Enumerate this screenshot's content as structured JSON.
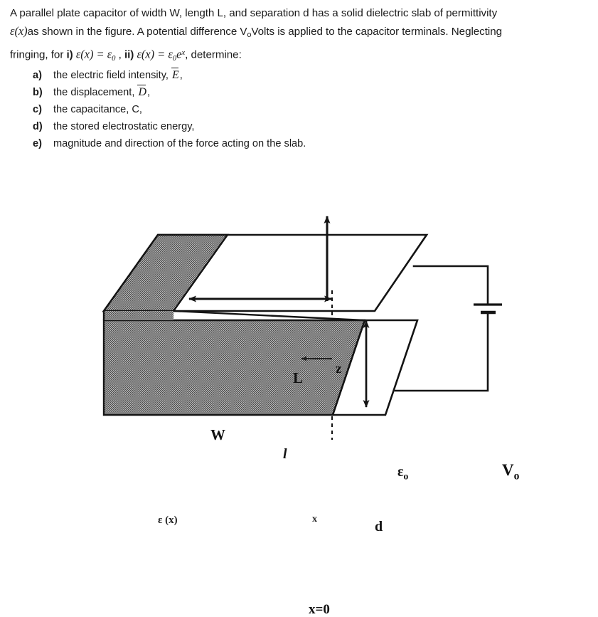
{
  "problem": {
    "line1": "A parallel plate capacitor of width W, length L, and separation d has a solid dielectric slab of permittivity",
    "line2_a": "as shown in the figure. A potential difference V",
    "line2_b": "Volts is applied to the capacitor terminals. Neglecting",
    "line3_a": "fringing, for",
    "roman_i": "i)",
    "roman_ii": "ii)",
    "line3_b": ", determine:",
    "eps_of_x": "ε(x)",
    "eps_zero_sub": "o",
    "case_i": "ε(x) = ε",
    "case_i_sub": "0",
    "case_ii": "ε(x) = ε",
    "case_ii_sub": "0",
    "case_ii_exp": "e",
    "case_ii_exp_sup": "x"
  },
  "tasks": [
    {
      "label": "a)",
      "text_before": "the electric field intensity, ",
      "symbol": "E",
      "text_after": ","
    },
    {
      "label": "b)",
      "text_before": "the displacement, ",
      "symbol": "D",
      "text_after": ","
    },
    {
      "label": "c)",
      "text_before": "the capacitance, C,",
      "symbol": "",
      "text_after": ""
    },
    {
      "label": "d)",
      "text_before": "the stored electrostatic energy,",
      "symbol": "",
      "text_after": ""
    },
    {
      "label": "e)",
      "text_before": "magnitude and direction of the force acting on the slab.",
      "symbol": "",
      "text_after": ""
    }
  ],
  "figure": {
    "label_length": "L",
    "label_axis_z": "z",
    "label_width": "W",
    "label_partial_length": "l",
    "label_eps_free": "ε",
    "label_eps_free_sub": "o",
    "label_voltage": "V",
    "label_voltage_sub": "o",
    "label_separation": "d",
    "label_eps_slab": "ε (x)",
    "label_x": "x",
    "label_origin": "x=0",
    "colors": {
      "ink": "#141414",
      "slab_fill": "#8a8a8a",
      "paper": "#ffffff"
    }
  }
}
